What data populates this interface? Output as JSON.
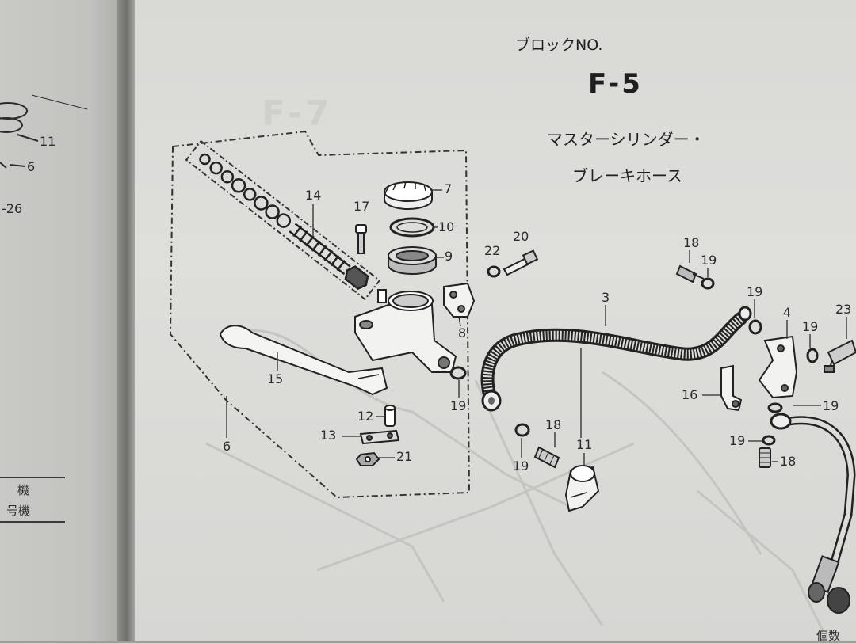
{
  "header": {
    "block_label": "ブロックNO.",
    "block_no": "F-5",
    "title_line1": "マスターシリンダー・",
    "title_line2": "ブレーキホース"
  },
  "ghost_text": "F-7",
  "left_page": {
    "callout_a": "11",
    "callout_b": "6",
    "callout_c": "-26",
    "table_row1": "機",
    "table_row2": "号機"
  },
  "callouts": [
    "14",
    "17",
    "7",
    "10",
    "9",
    "22",
    "20",
    "18",
    "19",
    "3",
    "19",
    "4",
    "23",
    "19",
    "8",
    "15",
    "19",
    "16",
    "19",
    "12",
    "13",
    "21",
    "6",
    "18",
    "11",
    "19",
    "19",
    "18"
  ],
  "footer_partial": "個数",
  "colors": {
    "paper": "#dcdcd9",
    "ink": "#2a2a2a",
    "ghost": "#c4c4c1"
  }
}
